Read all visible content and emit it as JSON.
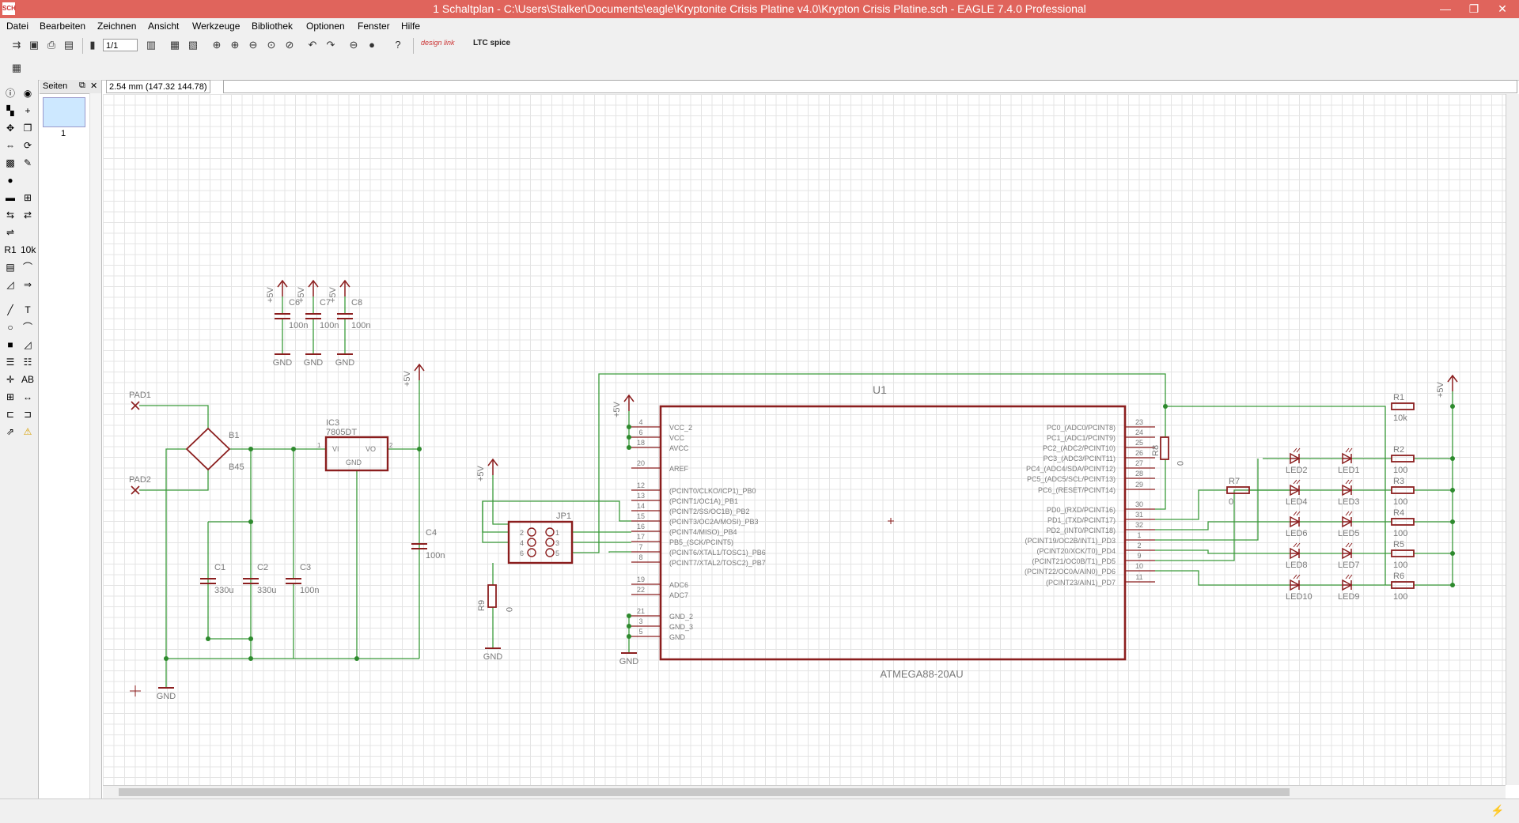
{
  "window": {
    "app_icon_text": "SCH",
    "title": "1 Schaltplan - C:\\Users\\Stalker\\Documents\\eagle\\Kryptonite Crisis Platine v4.0\\Krypton Crisis Platine.sch - EAGLE 7.4.0 Professional",
    "minimize": "—",
    "restore": "❐",
    "close": "✕"
  },
  "menu": [
    "Datei",
    "Bearbeiten",
    "Zeichnen",
    "Ansicht",
    "Werkzeuge",
    "Bibliothek",
    "Optionen",
    "Fenster",
    "Hilfe"
  ],
  "toolbar": {
    "sheet_select": "1/1",
    "design_link": "design link",
    "ltc_spice": "LTC spice"
  },
  "pages_panel": {
    "tab": "Seiten",
    "page_number": "1"
  },
  "coordinate_readout": "2.54 mm (147.32 144.78)",
  "schematic": {
    "ic_u1": {
      "name": "U1",
      "value": "ATMEGA88-20AU",
      "left_pins": [
        {
          "num": "4",
          "label": "VCC_2"
        },
        {
          "num": "6",
          "label": "VCC"
        },
        {
          "num": "18",
          "label": "AVCC"
        },
        {
          "num": "20",
          "label": "AREF"
        },
        {
          "num": "12",
          "label": "(PCINT0/CLKO/ICP1)_PB0"
        },
        {
          "num": "13",
          "label": "(PCINT1/OC1A)_PB1"
        },
        {
          "num": "14",
          "label": "(PCINT2/SS/OC1B)_PB2"
        },
        {
          "num": "15",
          "label": "(PCINT3/OC2A/MOSI)_PB3"
        },
        {
          "num": "16",
          "label": "(PCINT4/MISO)_PB4"
        },
        {
          "num": "17",
          "label": "PB5_(SCK/PCINT5)"
        },
        {
          "num": "7",
          "label": "(PCINT6/XTAL1/TOSC1)_PB6"
        },
        {
          "num": "8",
          "label": "(PCINT7/XTAL2/TOSC2)_PB7"
        },
        {
          "num": "19",
          "label": "ADC6"
        },
        {
          "num": "22",
          "label": "ADC7"
        },
        {
          "num": "21",
          "label": "GND_2"
        },
        {
          "num": "3",
          "label": "GND_3"
        },
        {
          "num": "5",
          "label": "GND"
        }
      ],
      "right_pins": [
        {
          "num": "23",
          "label": "PC0_(ADC0/PCINT8)"
        },
        {
          "num": "24",
          "label": "PC1_(ADC1/PCINT9)"
        },
        {
          "num": "25",
          "label": "PC2_(ADC2/PCINT10)"
        },
        {
          "num": "26",
          "label": "PC3_(ADC3/PCINT11)"
        },
        {
          "num": "27",
          "label": "PC4_(ADC4/SDA/PCINT12)"
        },
        {
          "num": "28",
          "label": "PC5_(ADC5/SCL/PCINT13)"
        },
        {
          "num": "29",
          "label": "PC6_(RESET/PCINT14)"
        },
        {
          "num": "30",
          "label": "PD0_(RXD/PCINT16)"
        },
        {
          "num": "31",
          "label": "PD1_(TXD/PCINT17)"
        },
        {
          "num": "32",
          "label": "PD2_(INT0/PCINT18)"
        },
        {
          "num": "1",
          "label": "(PCINT19/OC2B/INT1)_PD3"
        },
        {
          "num": "2",
          "label": "(PCINT20/XCK/T0)_PD4"
        },
        {
          "num": "9",
          "label": "(PCINT21/OC0B/T1)_PD5"
        },
        {
          "num": "10",
          "label": "(PCINT22/OC0A/AIN0)_PD6"
        },
        {
          "num": "11",
          "label": "(PCINT23/AIN1)_PD7"
        }
      ]
    },
    "caps_top": [
      {
        "name": "C6",
        "value": "100n",
        "supply": "+5V",
        "gnd": "GND"
      },
      {
        "name": "C7",
        "value": "100n",
        "supply": "+5V",
        "gnd": "GND"
      },
      {
        "name": "C8",
        "value": "100n",
        "supply": "+5V",
        "gnd": "GND"
      }
    ],
    "pad1": "PAD1",
    "pad2": "PAD2",
    "bridge": {
      "name": "B1",
      "value": "B45"
    },
    "regulator": {
      "name": "IC3",
      "value": "7805DT",
      "vi": "VI",
      "vo": "VO",
      "gnd": "GND",
      "pin1": "1",
      "pin2": "2"
    },
    "c1": {
      "name": "C1",
      "value": "330u"
    },
    "c2": {
      "name": "C2",
      "value": "330u"
    },
    "c3": {
      "name": "C3",
      "value": "100n"
    },
    "c4": {
      "name": "C4",
      "value": "100n"
    },
    "supply_label": "+5V",
    "gnd_label": "GND",
    "jp1": {
      "name": "JP1",
      "pins": [
        "2",
        "4",
        "6",
        "1",
        "3",
        "5"
      ]
    },
    "r9": {
      "name": "R9",
      "value": "0"
    },
    "r8": {
      "name": "R8",
      "value": "0"
    },
    "r7": {
      "name": "R7",
      "value": "0"
    },
    "r1": {
      "name": "R1",
      "value": "10k"
    },
    "r_rows": [
      {
        "name": "R2",
        "value": "100",
        "led_left": "LED2",
        "led_right": "LED1"
      },
      {
        "name": "R3",
        "value": "100",
        "led_left": "LED4",
        "led_right": "LED3"
      },
      {
        "name": "R4",
        "value": "100",
        "led_left": "LED6",
        "led_right": "LED5"
      },
      {
        "name": "R5",
        "value": "100",
        "led_left": "LED8",
        "led_right": "LED7"
      },
      {
        "name": "R6",
        "value": "100",
        "led_left": "LED10",
        "led_right": "LED9"
      }
    ]
  },
  "colors": {
    "title_bar": "#e0645c",
    "symbol": "#8b1e1e",
    "net": "#3a9a3a",
    "junction": "#2d8a2d",
    "text": "#7a7a7a"
  }
}
